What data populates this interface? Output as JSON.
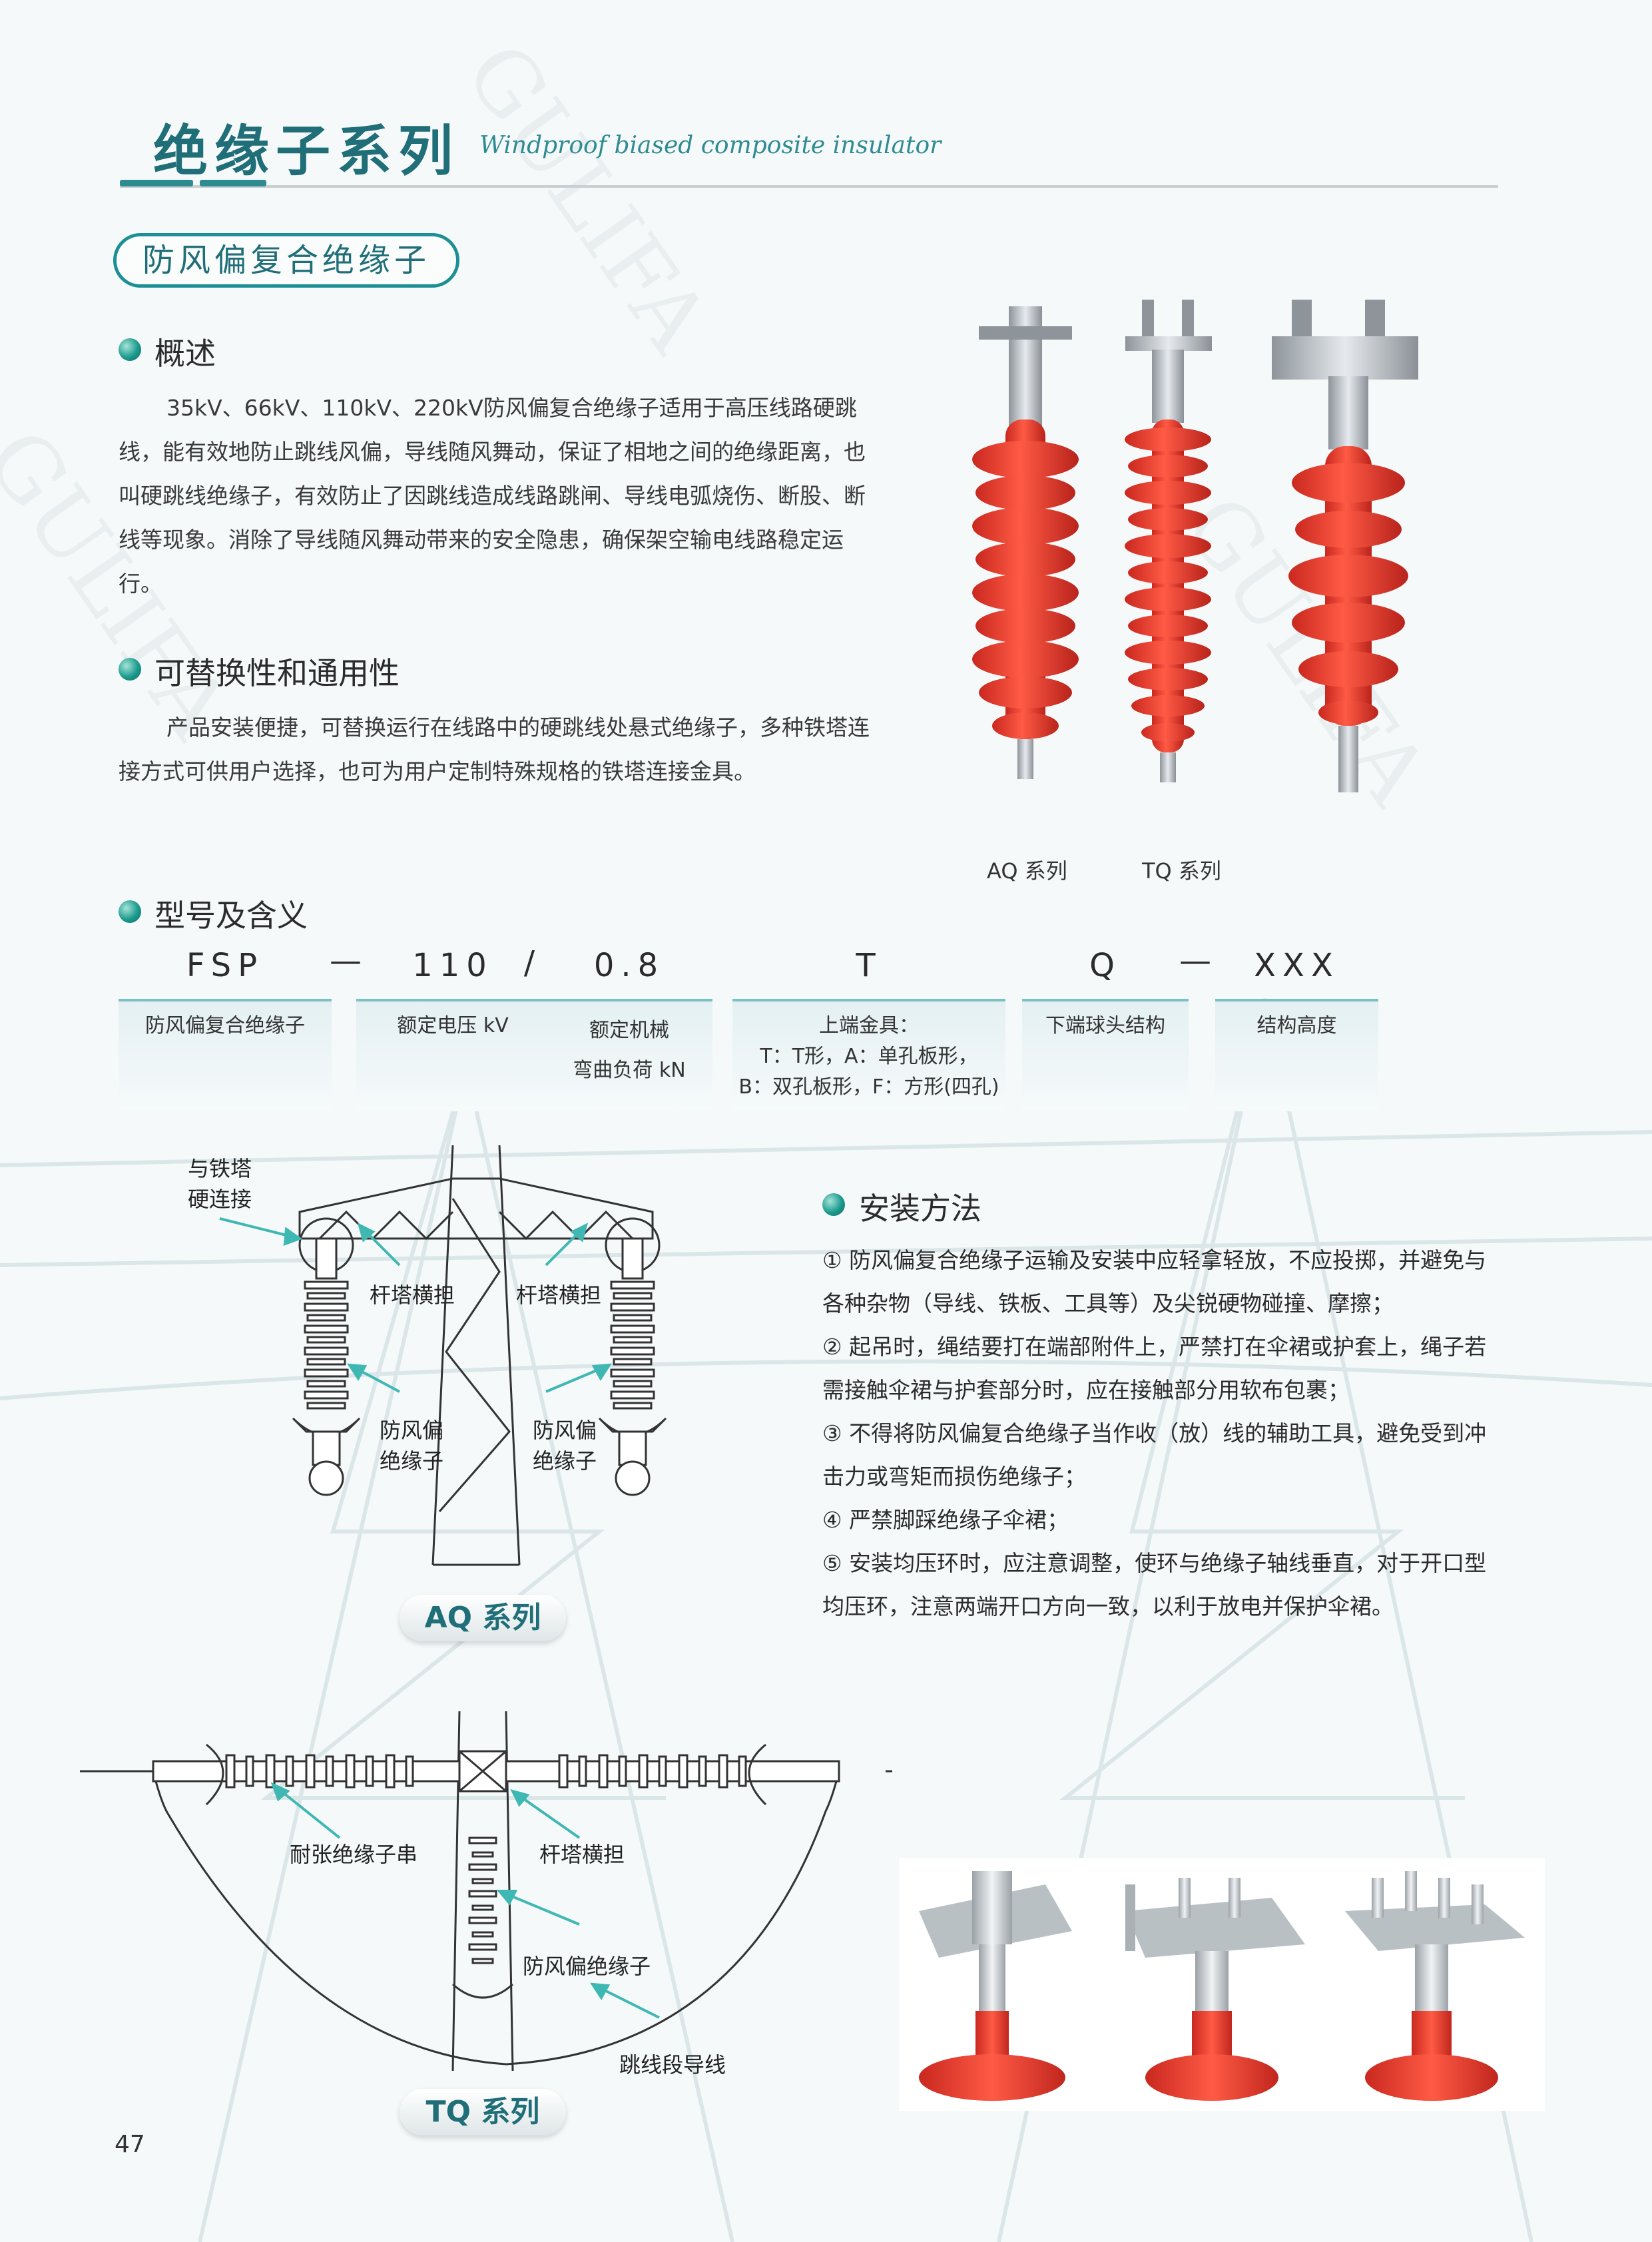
{
  "header": {
    "title_cn": "绝缘子系列",
    "title_en": "Windproof biased composite insulator"
  },
  "product_name": "防风偏复合绝缘子",
  "overview": {
    "heading": "概述",
    "text": "35kV、66kV、110kV、220kV防风偏复合绝缘子适用于高压线路硬跳线，能有效地防止跳线风偏，导线随风舞动，保证了相地之间的绝缘距离，也叫硬跳线绝缘子，有效防止了因跳线造成线路跳闸、导线电弧烧伤、断股、断线等现象。消除了导线随风舞动带来的安全隐患，确保架空输电线路稳定运行。"
  },
  "interchange": {
    "heading": "可替换性和通用性",
    "text": "产品安装便捷，可替换运行在线路中的硬跳线处悬式绝缘子，多种铁塔连接方式可供用户选择，也可为用户定制特殊规格的铁塔连接金具。"
  },
  "photo_captions": {
    "aq": "AQ 系列",
    "tq": "TQ 系列"
  },
  "model": {
    "heading": "型号及含义",
    "parts": [
      {
        "code": "FSP",
        "label": "防风偏复合绝缘子"
      },
      {
        "code": "110",
        "label": "额定电压 kV"
      },
      {
        "code": "0.8",
        "label": "额定机械\n弯曲负荷 kN"
      },
      {
        "code": "T",
        "label": "上端金具：\nT：T形，A：单孔板形，\nB：双孔板形，F：方形(四孔)"
      },
      {
        "code": "Q",
        "label": "下端球头结构"
      },
      {
        "code": "XXX",
        "label": "结构高度"
      }
    ],
    "separators": [
      "—",
      "/",
      "—"
    ]
  },
  "aq_diagram": {
    "labels": {
      "hard_connect": "与铁塔\n硬连接",
      "crossarm_left": "杆塔横担",
      "crossarm_right": "杆塔横担",
      "insulator_left": "防风偏\n绝缘子",
      "insulator_right": "防风偏\n绝缘子"
    },
    "series": "AQ 系列"
  },
  "tq_diagram": {
    "labels": {
      "tension": "耐张绝缘子串",
      "crossarm": "杆塔横担",
      "insulator": "防风偏绝缘子",
      "jumper": "跳线段导线"
    },
    "series": "TQ 系列"
  },
  "install": {
    "heading": "安装方法",
    "items": [
      "① 防风偏复合绝缘子运输及安装中应轻拿轻放，不应投掷，并避免与各种杂物（导线、铁板、工具等）及尖锐硬物碰撞、摩擦；",
      "② 起吊时，绳结要打在端部附件上，严禁打在伞裙或护套上，绳子若需接触伞裙与护套部分时，应在接触部分用软布包裹；",
      "③ 不得将防风偏复合绝缘子当作收（放）线的辅助工具，避免受到冲击力或弯矩而损伤绝缘子；",
      "④ 严禁脚踩绝缘子伞裙；",
      "⑤ 安装均压环时，应注意调整，使环与绝缘子轴线垂直，对于开口型均压环，注意两端开口方向一致，以利于放电并保护伞裙。"
    ]
  },
  "page_number": "47",
  "colors": {
    "accent": "#2f8b92",
    "insulator_red": "#e03a2f",
    "metal": "#b9bec2"
  }
}
